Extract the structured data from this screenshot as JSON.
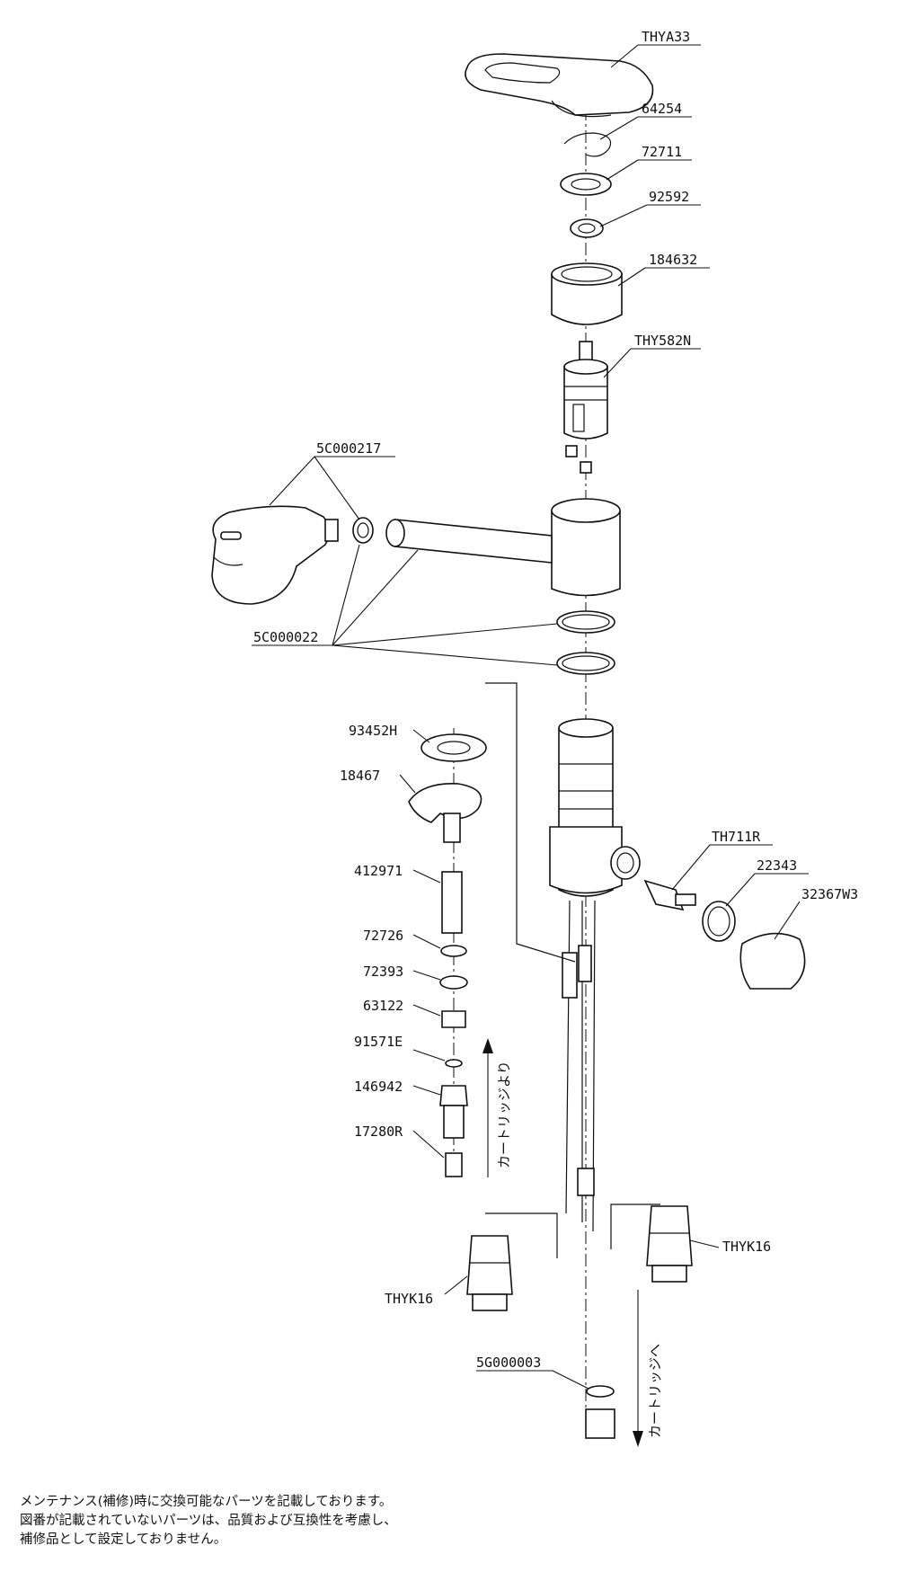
{
  "labels": {
    "THYA33": "THYA33",
    "p64254": "64254",
    "p72711": "72711",
    "p92592": "92592",
    "p184632": "184632",
    "THY582N": "THY582N",
    "c5C000217": "5C000217",
    "c5C000022": "5C000022",
    "p93452H": "93452H",
    "p18467": "18467",
    "p412971": "412971",
    "p72726": "72726",
    "p72393": "72393",
    "p63122": "63122",
    "p91571E": "91571E",
    "p146942": "146942",
    "p17280R": "17280R",
    "TH711R": "TH711R",
    "p22343": "22343",
    "p32367W3": "32367W3",
    "THYK16_left": "THYK16",
    "THYK16_right": "THYK16",
    "p5G000003": "5G000003"
  },
  "flow": {
    "from_cartridge": "カートリッジより",
    "to_cartridge": "カートリッジへ"
  },
  "notes": [
    "メンテナンス(補修)時に交換可能なパーツを記載しております。",
    "図番が記載されていないパーツは、品質および互換性を考慮し、",
    "補修品として設定しておりません。"
  ]
}
